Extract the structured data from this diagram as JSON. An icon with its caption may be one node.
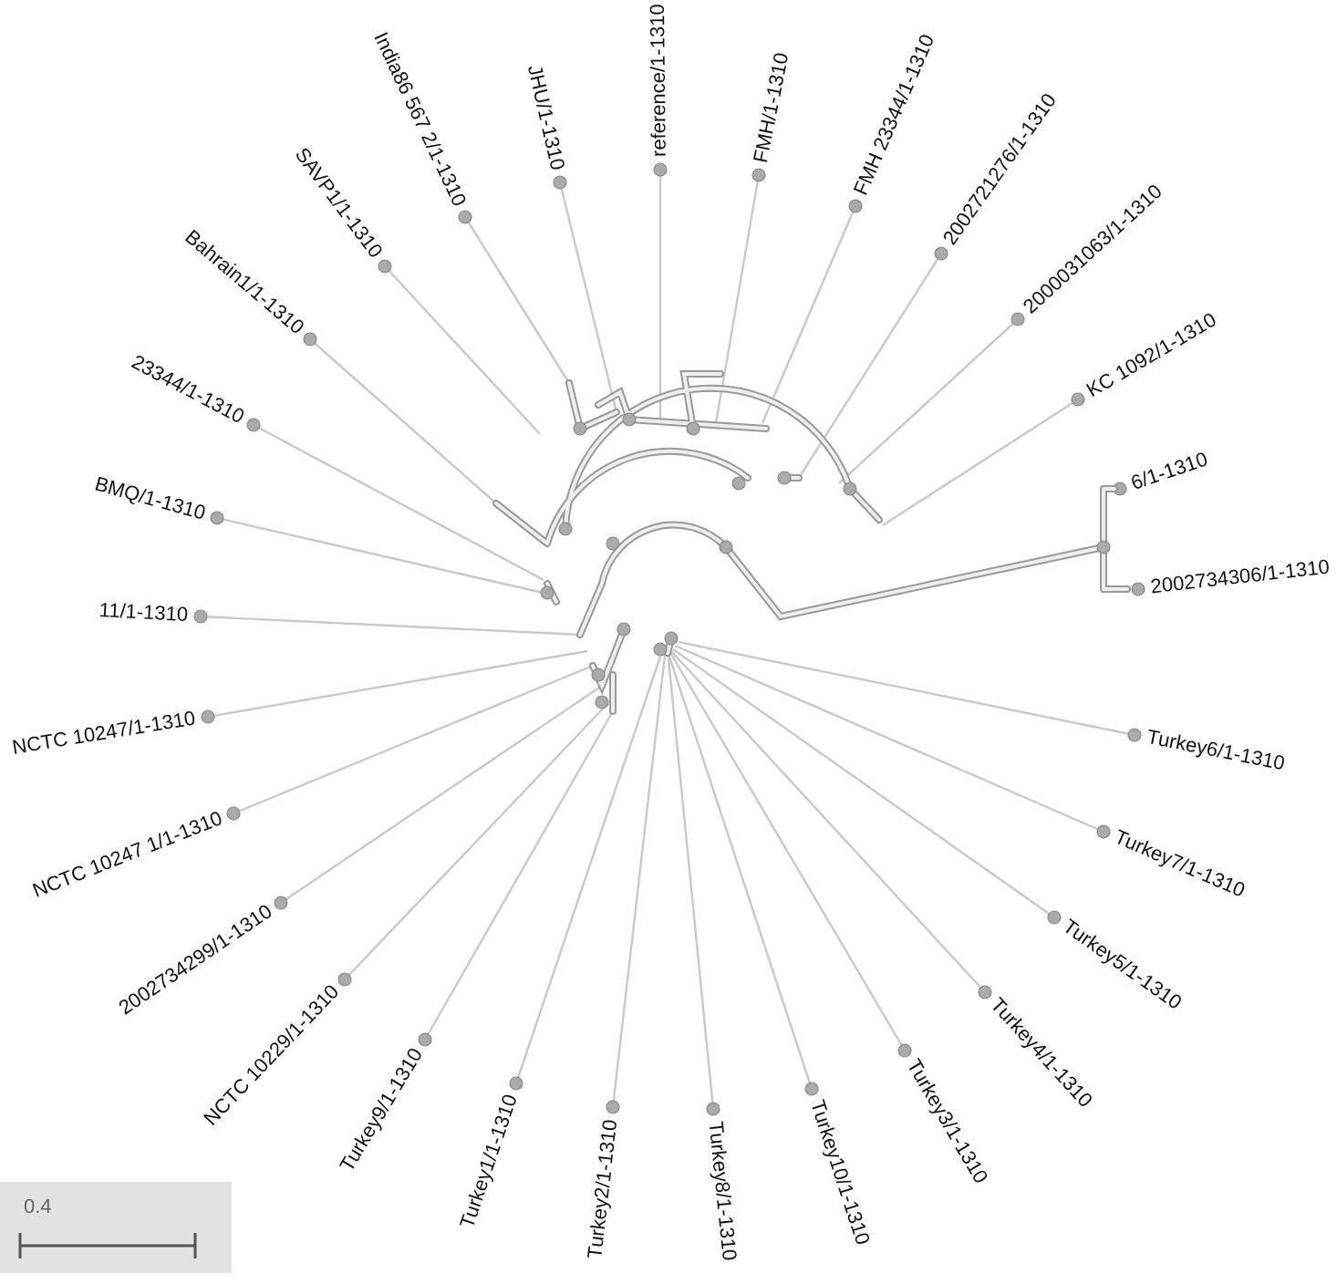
{
  "diagram": {
    "nodes": [
      {
        "text": [
          "reference/1-1310"
        ]
      },
      {
        "text": [
          "FMH/1-1310"
        ]
      },
      {
        "text": [
          "FMH 23344/1-1310"
        ]
      },
      {
        "text": [
          "2002721276/1-1310"
        ]
      },
      {
        "text": [
          "2000031063/1-1310"
        ]
      },
      {
        "text": [
          "KC 1092/1-1310"
        ]
      },
      {
        "text": [
          "6/1-1310"
        ]
      },
      {
        "text": [
          "2002734306/1-1310"
        ]
      },
      {
        "text": [
          "Turkey6/1-1310"
        ]
      },
      {
        "text": [
          "Turkey7/1-1310"
        ]
      },
      {
        "text": [
          "Turkey5/1-1310"
        ]
      },
      {
        "text": [
          "Turkey4/1-1310"
        ]
      },
      {
        "text": [
          "Turkey3/1-1310"
        ]
      },
      {
        "text": [
          "Turkey10/1-1310"
        ]
      },
      {
        "text": [
          "Turkey8/1-1310"
        ]
      },
      {
        "text": [
          "Turkey2/1-1310"
        ]
      },
      {
        "text": [
          "Turkey1/1-1310"
        ]
      },
      {
        "text": [
          "Turkey9/1-1310"
        ]
      },
      {
        "text": [
          "NCTC 10229/1-1310"
        ]
      },
      {
        "text": [
          "2002734299/1-1310"
        ]
      },
      {
        "text": [
          "NCTC 10247 1/1-1310"
        ]
      },
      {
        "text": [
          "NCTC 10247/1-1310"
        ]
      },
      {
        "text": [
          "11/1-1310"
        ]
      },
      {
        "text": [
          "BMQ/1-1310"
        ]
      },
      {
        "text": [
          "23344/1-1310"
        ]
      },
      {
        "text": [
          "Bahrain1/1-1310"
        ]
      },
      {
        "text": [
          "SAVP1/1-1310"
        ]
      },
      {
        "text": [
          "India86 567 2/1-1310"
        ]
      },
      {
        "text": [
          "JHU/1-1310"
        ]
      },
      {
        "text": [],
        "shape": "picture"
      }
    ],
    "edges": [
      {
        "from": 0,
        "to": 29,
        "arrow": "none"
      },
      {
        "from": 1,
        "to": 29,
        "arrow": "none"
      },
      {
        "from": 2,
        "to": 29,
        "arrow": "none"
      },
      {
        "from": 3,
        "to": 29,
        "arrow": "none"
      },
      {
        "from": 4,
        "to": 29,
        "arrow": "none"
      },
      {
        "from": 5,
        "to": 29,
        "arrow": "none"
      },
      {
        "from": 8,
        "to": 29,
        "arrow": "none"
      },
      {
        "from": 9,
        "to": 29,
        "arrow": "none"
      },
      {
        "from": 10,
        "to": 29,
        "arrow": "none"
      },
      {
        "from": 11,
        "to": 29,
        "arrow": "none"
      },
      {
        "from": 12,
        "to": 29,
        "arrow": "none"
      },
      {
        "from": 13,
        "to": 29,
        "arrow": "none"
      },
      {
        "from": 14,
        "to": 29,
        "arrow": "none"
      },
      {
        "from": 15,
        "to": 29,
        "arrow": "none"
      },
      {
        "from": 16,
        "to": 29,
        "arrow": "none"
      },
      {
        "from": 17,
        "to": 29,
        "arrow": "none"
      },
      {
        "from": 18,
        "to": 29,
        "arrow": "none"
      },
      {
        "from": 19,
        "to": 29,
        "arrow": "none"
      },
      {
        "from": 20,
        "to": 29,
        "arrow": "none"
      },
      {
        "from": 21,
        "to": 29,
        "arrow": "none"
      },
      {
        "from": 22,
        "to": 29,
        "arrow": "none"
      },
      {
        "from": 23,
        "to": 29,
        "arrow": "none"
      },
      {
        "from": 24,
        "to": 29,
        "arrow": "none"
      },
      {
        "from": 25,
        "to": 29,
        "arrow": "none"
      },
      {
        "from": 26,
        "to": 29,
        "arrow": "none"
      },
      {
        "from": 27,
        "to": 29,
        "arrow": "none"
      },
      {
        "from": 28,
        "to": 29,
        "arrow": "none"
      }
    ],
    "labels": [
      "0.4"
    ]
  }
}
